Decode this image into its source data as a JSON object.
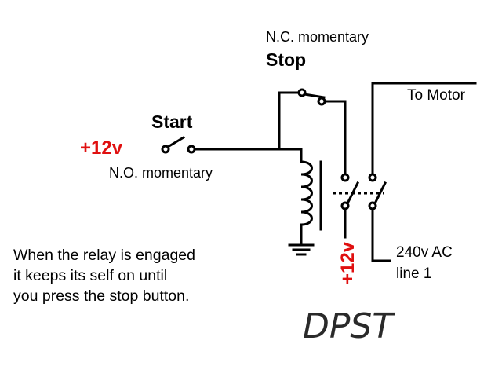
{
  "diagram": {
    "stop_type": "N.C. momentary",
    "stop_title": "Stop",
    "start_title": "Start",
    "start_voltage": "+12v",
    "start_type": "N.O. momentary",
    "motor_label": "To Motor",
    "coil_voltage": "+12v",
    "ac_line_1": "240v AC",
    "ac_line_2": "line 1",
    "note_lines": [
      "When the relay is engaged",
      "it keeps its self on until",
      "you press the stop button."
    ],
    "relay_type": "DPST",
    "colors": {
      "wire": "#000000",
      "voltage_label": "#e01010",
      "background": "#ffffff"
    }
  }
}
